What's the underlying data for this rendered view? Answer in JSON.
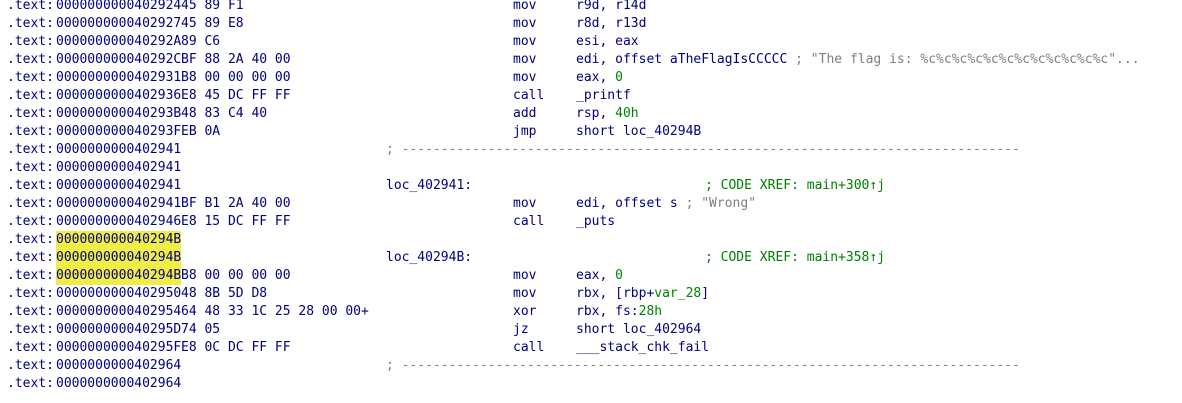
{
  "prefix": ".text:",
  "separator": "; -------------------------------------------------------------------------------",
  "lines": [
    {
      "addr": "0000000000402924",
      "bytes": "45 89 F1",
      "mnem": "mov",
      "ops": "r9d, r14d"
    },
    {
      "addr": "0000000000402927",
      "bytes": "45 89 E8",
      "mnem": "mov",
      "ops": "r8d, r13d"
    },
    {
      "addr": "000000000040292A",
      "bytes": "89 C6",
      "mnem": "mov",
      "ops": "esi, eax"
    },
    {
      "addr": "000000000040292C",
      "bytes": "BF 88 2A 40 00",
      "mnem": "mov",
      "ops": "edi, offset aTheFlagIsCCCCC",
      "comment": "; \"The flag is: %c%c%c%c%c%c%c%c%c%c%c%c\"..."
    },
    {
      "addr": "0000000000402931",
      "bytes": "B8 00 00 00 00",
      "mnem": "mov",
      "ops": "eax, 0"
    },
    {
      "addr": "0000000000402936",
      "bytes": "E8 45 DC FF FF",
      "mnem": "call",
      "ops": "_printf"
    },
    {
      "addr": "000000000040293B",
      "bytes": "48 83 C4 40",
      "mnem": "add",
      "ops": "rsp, 40h"
    },
    {
      "addr": "000000000040293F",
      "bytes": "EB 0A",
      "mnem": "jmp",
      "ops": "short loc_40294B"
    },
    {
      "addr": "0000000000402941",
      "separator": true
    },
    {
      "addr": "0000000000402941"
    },
    {
      "addr": "0000000000402941",
      "label": "loc_402941:",
      "xref": "; CODE XREF: main+300↑j"
    },
    {
      "addr": "0000000000402941",
      "bytes": "BF B1 2A 40 00",
      "mnem": "mov",
      "ops": "edi, offset s",
      "comment": "; \"Wrong\""
    },
    {
      "addr": "0000000000402946",
      "bytes": "E8 15 DC FF FF",
      "mnem": "call",
      "ops": "_puts"
    },
    {
      "addr": "000000000040294B",
      "highlight": true
    },
    {
      "addr": "000000000040294B",
      "highlight": true,
      "label": "loc_40294B:",
      "xref": "; CODE XREF: main+358↑j"
    },
    {
      "addr": "000000000040294B",
      "highlight": true,
      "bytes": "B8 00 00 00 00",
      "mnem": "mov",
      "ops": "eax, 0"
    },
    {
      "addr": "0000000000402950",
      "bytes": "48 8B 5D D8",
      "mnem": "mov",
      "ops": "rbx, [rbp+var_28]"
    },
    {
      "addr": "0000000000402954",
      "bytes": "64 48 33 1C 25 28 00 00+",
      "mnem": "xor",
      "ops": "rbx, fs:28h"
    },
    {
      "addr": "000000000040295D",
      "bytes": "74 05",
      "mnem": "jz",
      "ops": "short loc_402964"
    },
    {
      "addr": "000000000040295F",
      "bytes": "E8 0C DC FF FF",
      "mnem": "call",
      "ops": "___stack_chk_fail"
    },
    {
      "addr": "0000000000402964",
      "separator": true
    },
    {
      "addr": "0000000000402964"
    }
  ]
}
